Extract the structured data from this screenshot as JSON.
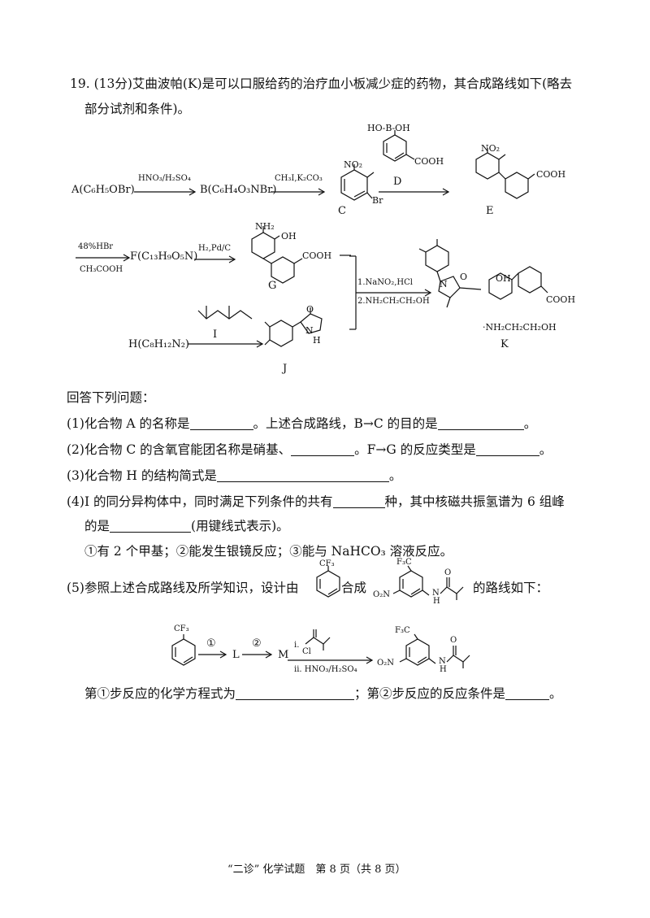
{
  "question": {
    "line1": "19. (13分)艾曲波帕(K)是可以口服给药的治疗血小板减少症的药物，其合成路线如下(略去",
    "line2": "部分试剂和条件)。"
  },
  "scheme": {
    "A": "A(C₆H₅OBr)",
    "r1": "HNO₃/H₂SO₄",
    "B": "B(C₆H₄O₃NBr)",
    "r2": "CH₃I,K₂CO₃",
    "C_no2": "NO₂",
    "C_br": "Br",
    "C_label": "C",
    "D_boron": "HO‑B‑OH",
    "D_cooh": "COOH",
    "D_label": "D",
    "E_no2": "NO₂",
    "E_cooh": "COOH",
    "E_label": "E",
    "r3a": "48%HBr",
    "r3b": "CH₃COOH",
    "F": "F(C₁₃H₉O₅N)",
    "r4": "H₂,Pd/C",
    "G_nh2": "NH₂",
    "G_oh": "OH",
    "G_cooh": "COOH",
    "G_label": "G",
    "r5a": "1.NaNO₂,HCl",
    "r5b": "2.NH₂CH₂CH₂OH",
    "K_o": "O",
    "K_n": "N",
    "K_oh": "OH",
    "K_cooh": "COOH",
    "K_amine": "·NH₂CH₂CH₂OH",
    "K_label": "K",
    "H": "H(C₈H₁₂N₂)",
    "I_label": "I",
    "J_o": "O",
    "J_nh": "N",
    "J_h": "H",
    "J_label": "J"
  },
  "prompt": "回答下列问题：",
  "q1": {
    "a": "(1)化合物 A 的名称是",
    "b": "。上述合成路线，B→C 的目的是",
    "c": "。"
  },
  "q2": {
    "a": "(2)化合物 C 的含氧官能团名称是硝基、",
    "b": "。F→G 的反应类型是",
    "c": "。"
  },
  "q3": {
    "a": "(3)化合物 H 的结构简式是",
    "b": "。"
  },
  "q4": {
    "a": "(4)I 的同分异构体中，同时满足下列条件的共有",
    "b": "种，其中核磁共振氢谱为 6 组峰",
    "c": "的是",
    "d": "(用键线式表示)。",
    "conditions": "①有 2 个甲基；②能发生银镜反应；③能与 NaHCO₃ 溶液反应。"
  },
  "q5": {
    "a": "(5)参照上述合成路线及所学知识，设计由",
    "b": "合成",
    "c": "的路线如下：",
    "cf3": "F₃C",
    "cf3b": "CF₃",
    "o2n": "O₂N",
    "nh": "N",
    "h": "H",
    "o": "O",
    "step1": "①",
    "step2": "②",
    "L": "L",
    "M": "M",
    "ri": "i.",
    "rcl": "Cl",
    "rii": "ii. HNO₃/H₂SO₄",
    "final_a": "第①步反应的化学方程式为",
    "final_b": "；第②步反应的反应条件是",
    "final_c": "。"
  },
  "footer": "“二诊” 化学试题　第 8 页（共 8 页）"
}
